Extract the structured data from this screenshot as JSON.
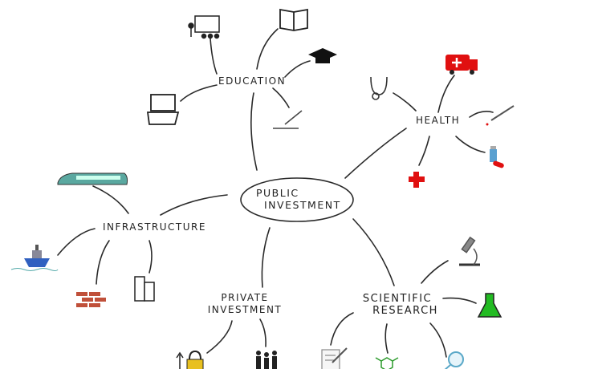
{
  "center": {
    "line1": "Public",
    "line2": "Investment"
  },
  "branches": {
    "education": {
      "label": "Education",
      "icons": [
        "teacher-presentation-icon",
        "open-book-icon",
        "graduation-cap-icon",
        "laptop-icon",
        "pen-signature-icon"
      ]
    },
    "health": {
      "label": "Health",
      "icons": [
        "stethoscope-icon",
        "ambulance-icon",
        "syringe-icon",
        "medicine-vial-pill-icon",
        "red-cross-icon"
      ]
    },
    "infrastructure": {
      "label": "Infrastructure",
      "icons": [
        "train-icon",
        "ship-icon",
        "bricks-icon",
        "building-icon"
      ]
    },
    "private_investment": {
      "line1": "Private",
      "line2": "Investment",
      "icons": [
        "lock-euro-icon",
        "people-icon"
      ]
    },
    "scientific_research": {
      "line1": "Scientific",
      "line2": "Research",
      "icons": [
        "microscope-icon",
        "flask-icon",
        "document-icon",
        "virus-molecule-icon",
        "magnifier-icon"
      ]
    }
  },
  "colors": {
    "ink": "#2a2a2a",
    "red": "#e01010",
    "green": "#22bb22",
    "teal": "#5aa8a0",
    "brick": "#c0503a",
    "blue": "#3060c0"
  }
}
